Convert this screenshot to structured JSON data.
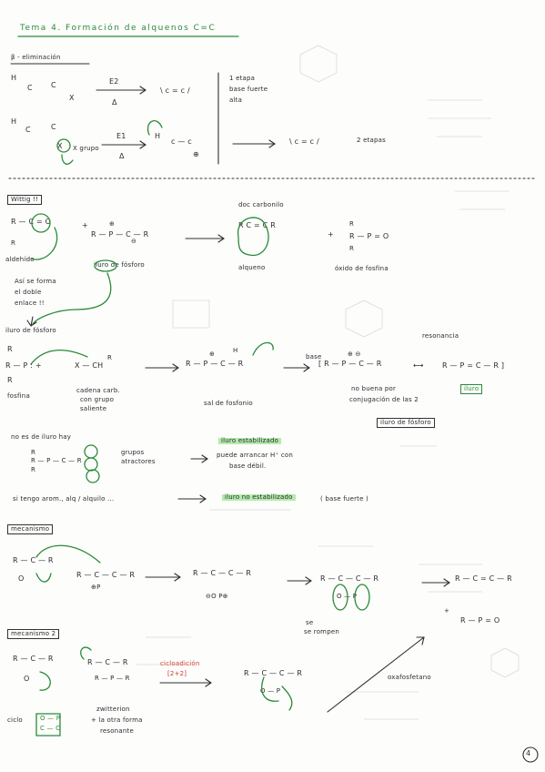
{
  "title": "Tema 4. Formación de alquenos C=C",
  "sections": {
    "eliminacion": {
      "heading": "β - eliminación",
      "e2_label": "E2",
      "e1_label": "E1",
      "arrow_sub": "Δ",
      "note_line1": "1 etapa",
      "note_line2": "base fuerte",
      "note_line3": "alta",
      "leaving_group": "X grupo",
      "two_steps": "2 etapas"
    },
    "wittig": {
      "heading": "Wittig !!",
      "carbonilo": "doc carbonilo",
      "aldehido": "aldehído",
      "ilide": "iluro de fósforo",
      "alqueno": "alqueno",
      "oxido": "óxido de fosfina",
      "note1": "Así se forma",
      "note2": "el doble",
      "note3": "enlace !!"
    },
    "iluro": {
      "heading": "iluro de fósforo",
      "fosfina": "fosfina",
      "cadena_line1": "cadena carb.",
      "cadena_line2": "con grupo",
      "cadena_line3": "saliente",
      "sal": "sal de fosfonio",
      "base": "base",
      "resonancia": "resonancia",
      "no_buena_line1": "no buena por",
      "no_buena_line2": "conjugación de las 2",
      "iluro_box": "iluro",
      "iluro_formulas": "iluro de fósforo"
    },
    "estabilizado": {
      "line1": "no es de iluro hay",
      "estab": "iluro estabilizado",
      "grupos_line1": "grupos",
      "grupos_line2": "atractores",
      "puede_line1": "puede arrancar H⁺ con",
      "puede_line2": "base débil.",
      "sin_grupo": "si tengo arom., alq / alquilo ...",
      "no_estab": "iluro no estabilizado",
      "base_fuerte": "( base fuerte )"
    },
    "mecanismo": {
      "heading": "mecanismo",
      "se_rompen": "se rompen",
      "heading2": "mecanismo 2",
      "cicloadicion": "cicloadición",
      "cicloadicion_num": "[2+2]",
      "oxafosfetano": "oxafosfetano",
      "ciclo": "ciclo",
      "ciclo_p": "P",
      "ciclo_o1": "O",
      "ciclo_o2": "C",
      "zwitterion": "zwitterion",
      "otra_forma_line1": "+ la otra forma",
      "otra_forma_line2": "resonante"
    },
    "page_number": "4"
  }
}
